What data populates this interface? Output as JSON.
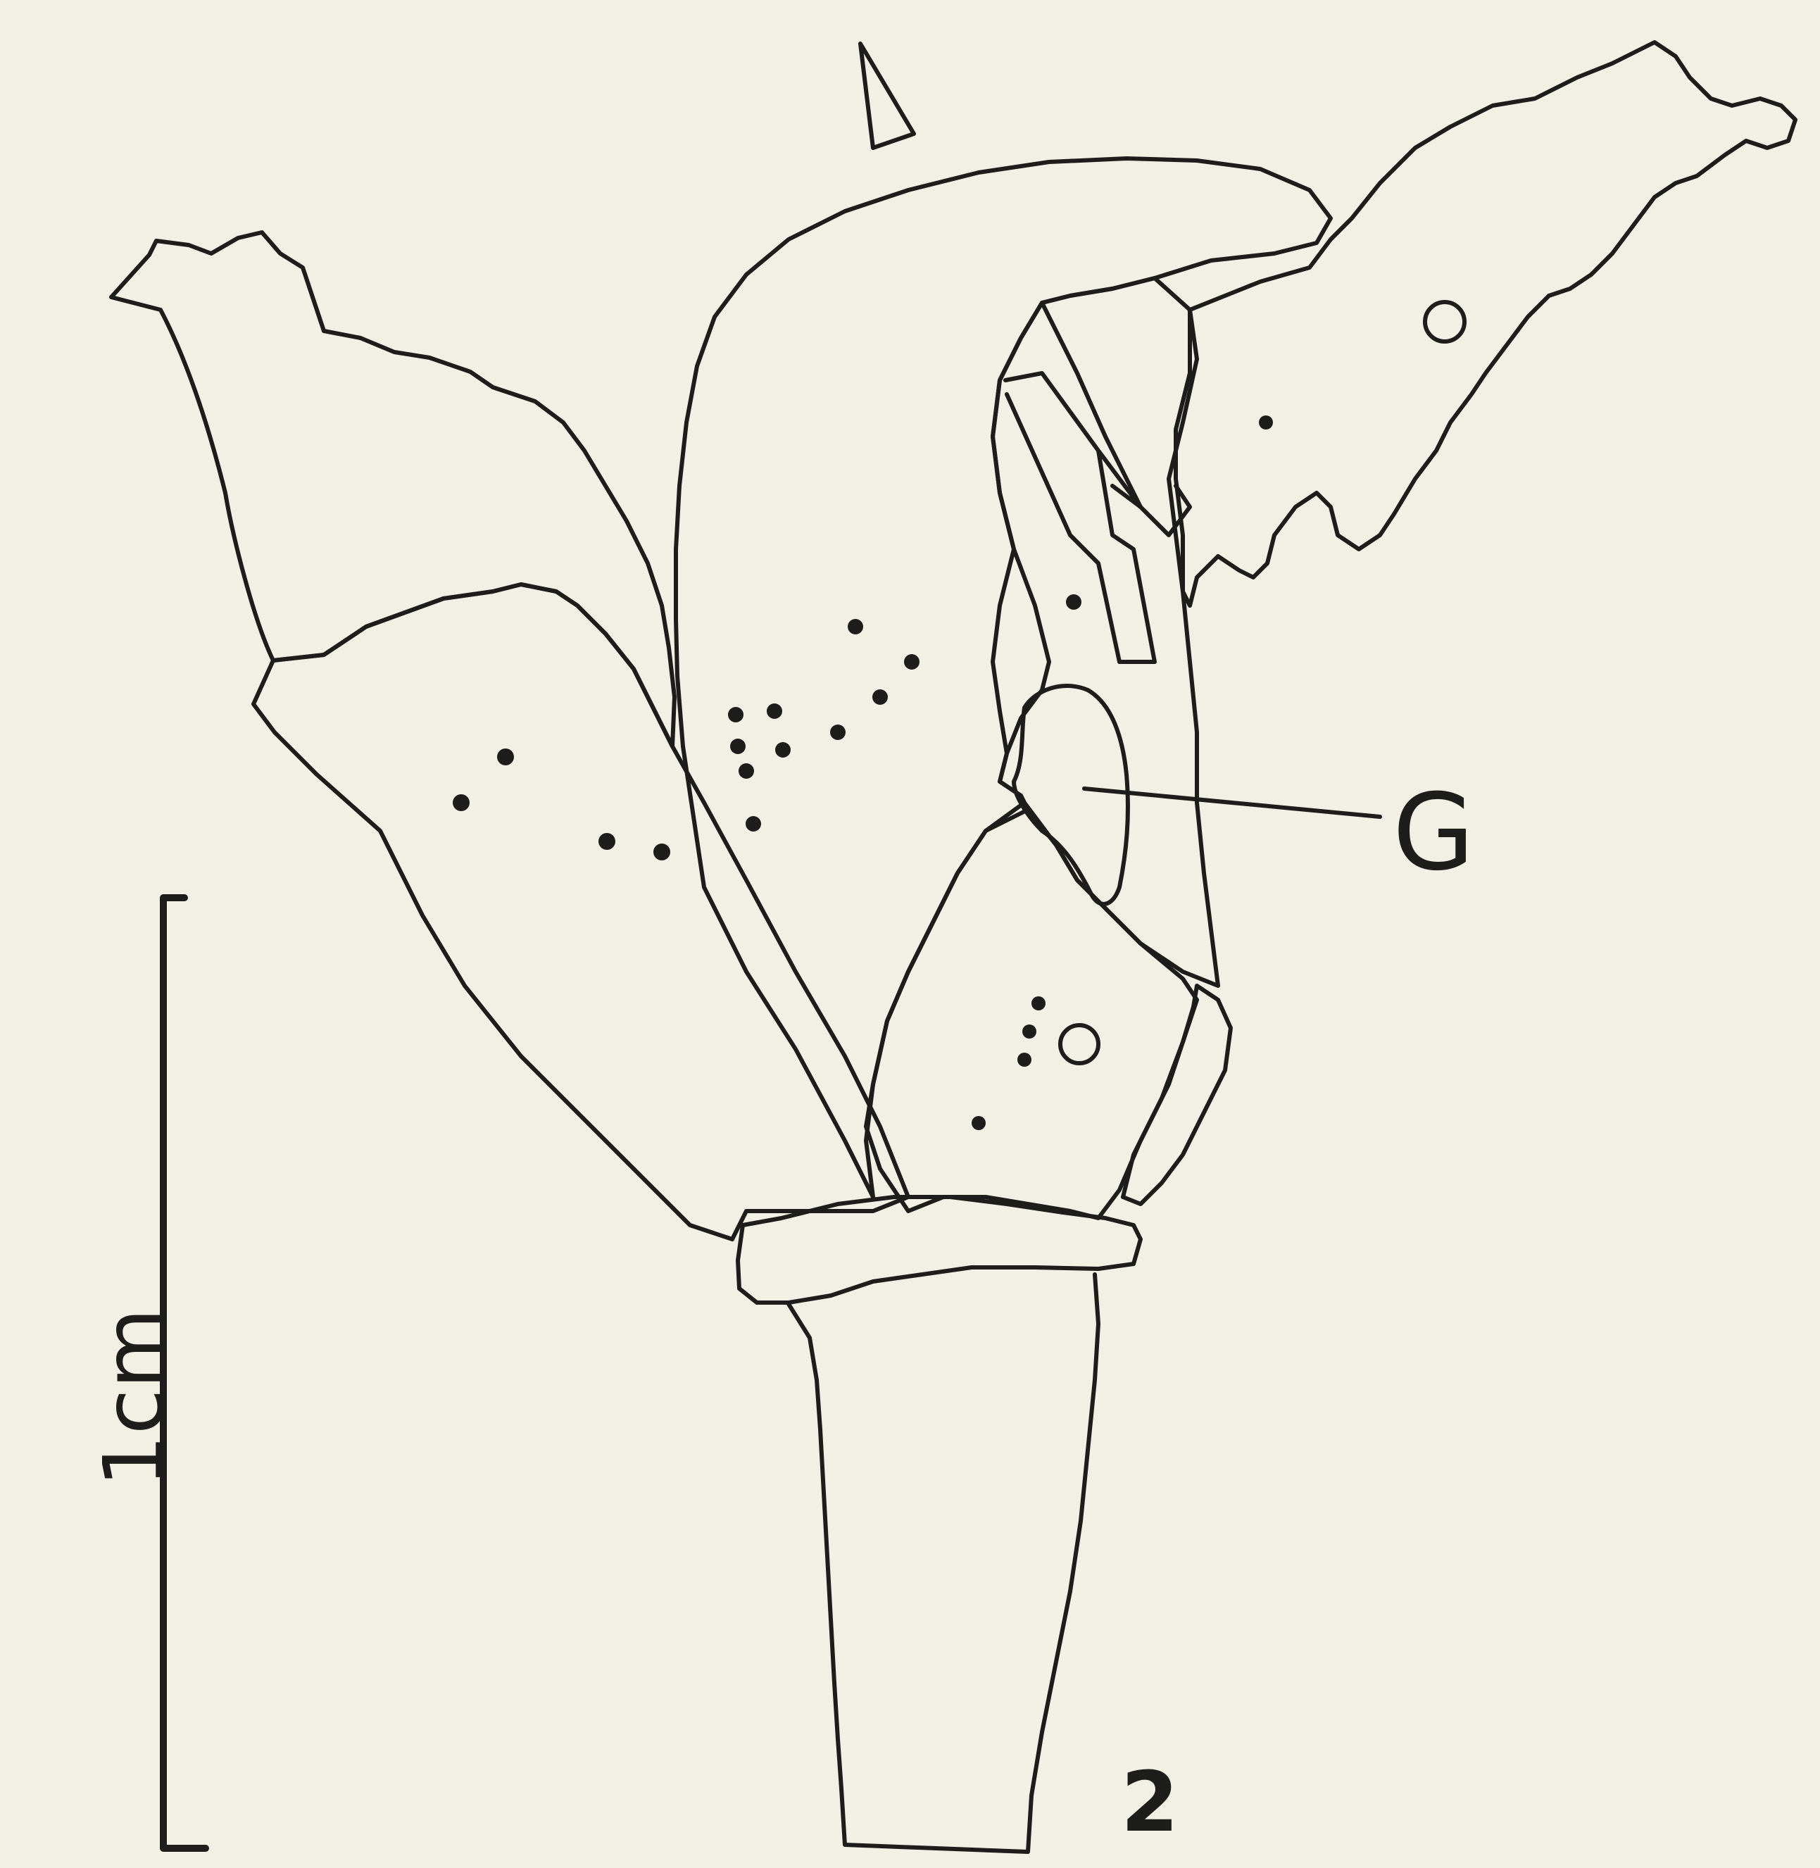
{
  "labels": {
    "gland": "G",
    "figure_number": "2",
    "scale_bar": "1cm"
  },
  "colors": {
    "ink": "#1d1d1b",
    "paper": "#f2efe4"
  }
}
